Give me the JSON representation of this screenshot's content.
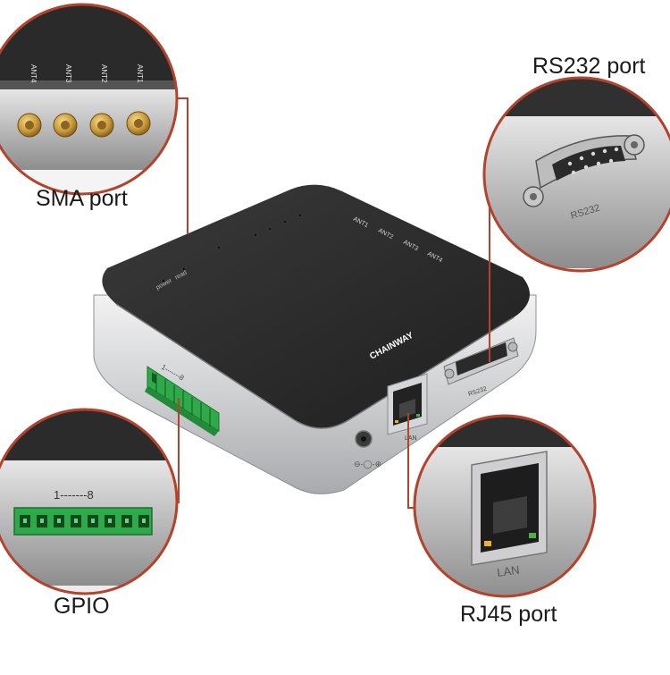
{
  "callouts": {
    "sma": "SMA port",
    "rs232": "RS232 port",
    "gpio": "GPIO",
    "rj45": "RJ45 port"
  },
  "device": {
    "brand": "CHAINWAY",
    "indicator_labels": [
      "power",
      "read"
    ],
    "antenna_labels": [
      "ANT1",
      "ANT2",
      "ANT3",
      "ANT4"
    ],
    "rs232_label": "RS232",
    "lan_label": "LAN",
    "gpio_range": "1-------8"
  },
  "zoom_sma": {
    "antenna_labels": [
      "ANT4",
      "ANT3",
      "ANT2",
      "ANT1"
    ]
  },
  "zoom_rs232": {
    "label": "RS232"
  },
  "zoom_gpio": {
    "range": "1-------8"
  },
  "zoom_rj45": {
    "label": "LAN"
  },
  "colors": {
    "callout_ring": "#b5422c",
    "device_top": "#2b2b2b",
    "device_body": "#d9dadc",
    "terminal_green": "#2faa4a",
    "connector_gold": "#c99a3b"
  }
}
